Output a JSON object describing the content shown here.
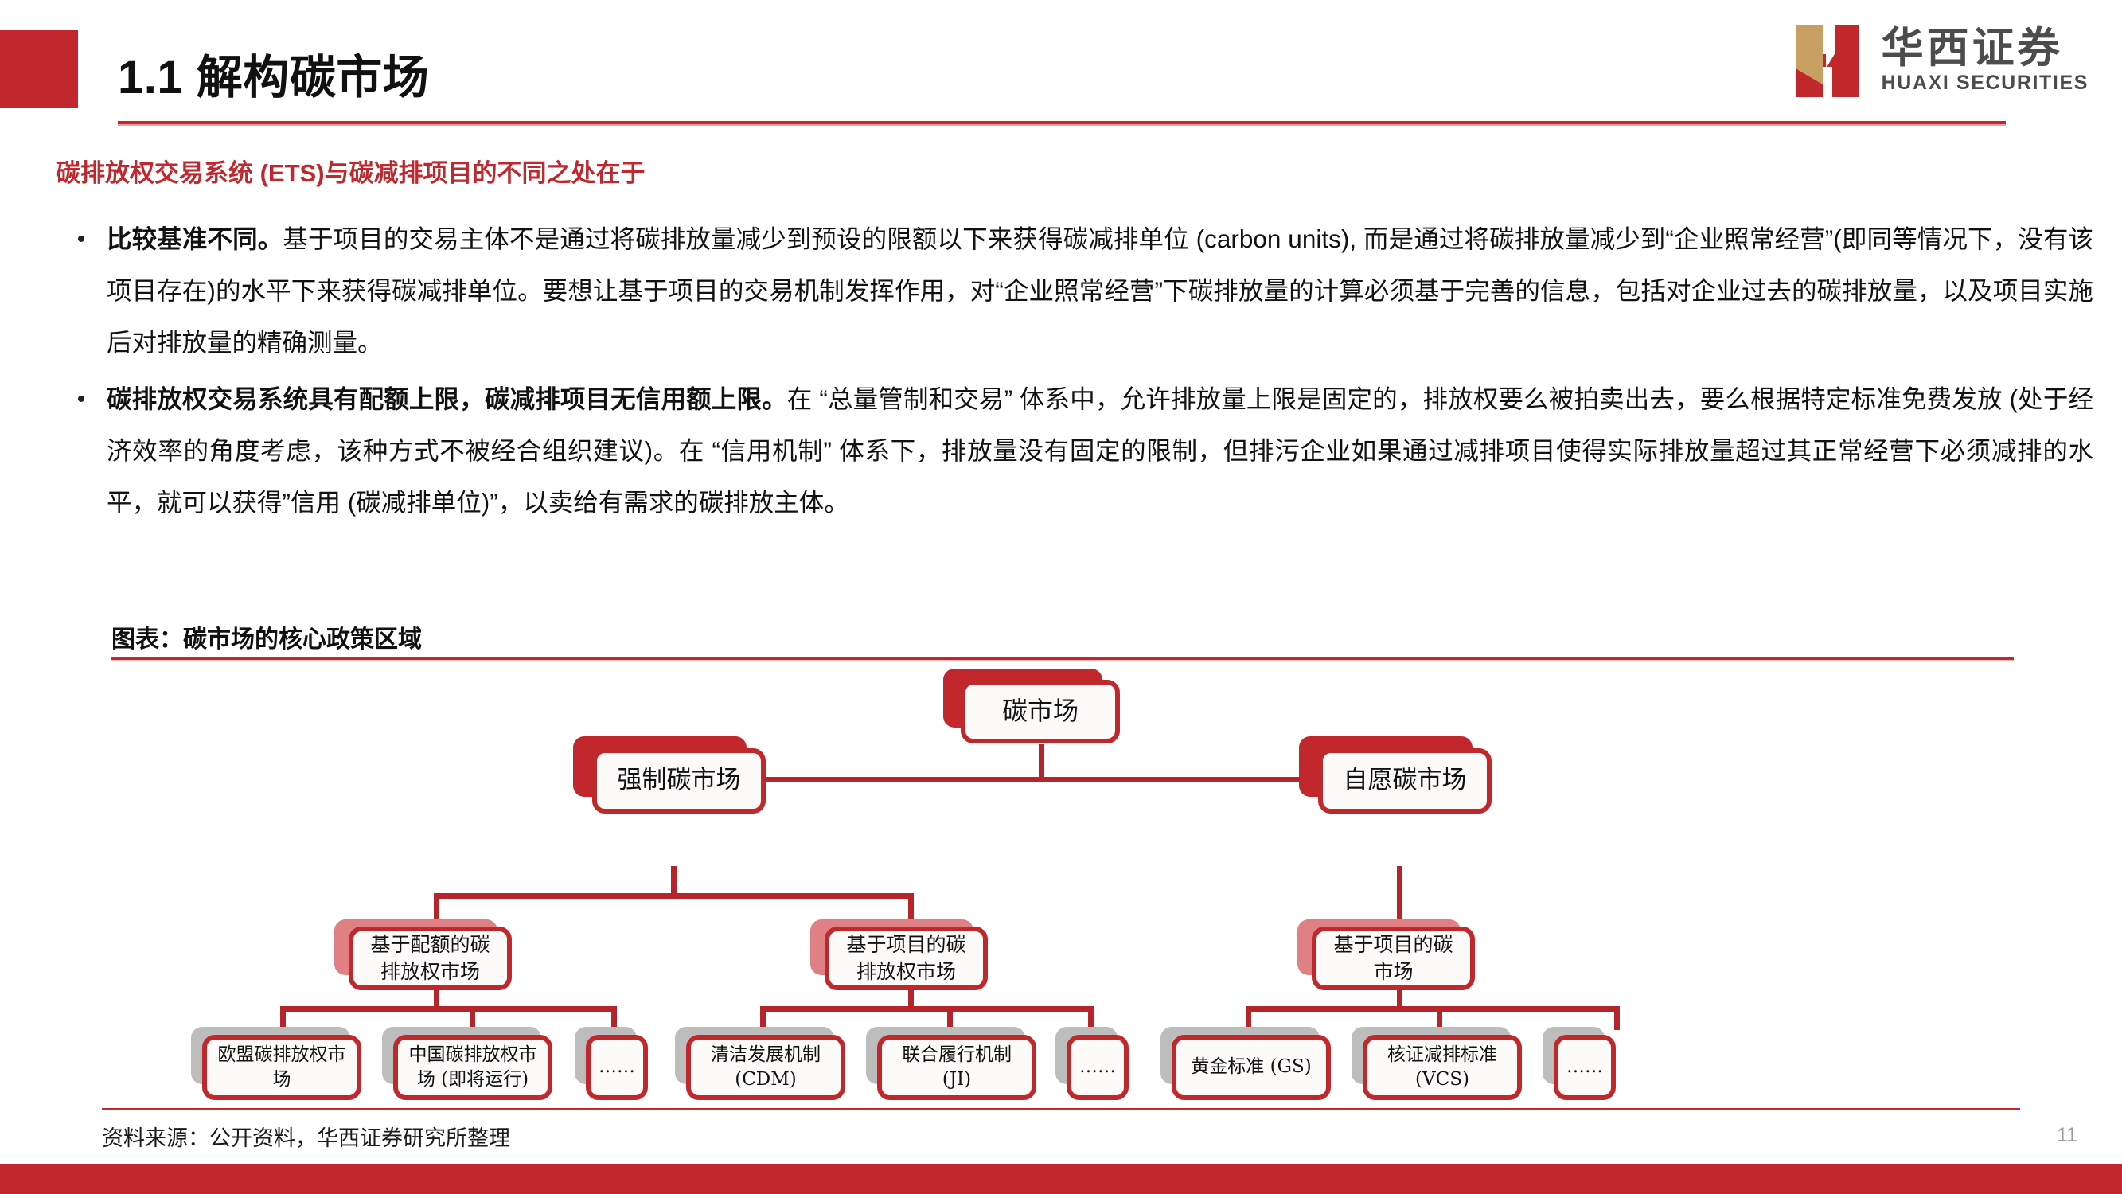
{
  "header": {
    "title": "1.1 解构碳市场",
    "logo_cn": "华西证券",
    "logo_en": "HUAXI SECURITIES",
    "accent_color": "#c1272d",
    "logo_gold": "#c9a063"
  },
  "section_heading": "碳排放权交易系统 (ETS)与碳减排项目的不同之处在于",
  "bullets": [
    {
      "marker": "•",
      "bold_lead": "比较基准不同。",
      "text": "基于项目的交易主体不是通过将碳排放量减少到预设的限额以下来获得碳减排单位 (carbon units), 而是通过将碳排放量减少到“企业照常经营”(即同等情况下，没有该项目存在)的水平下来获得碳减排单位。要想让基于项目的交易机制发挥作用，对“企业照常经营”下碳排放量的计算必须基于完善的信息，包括对企业过去的碳排放量，以及项目实施后对排放量的精确测量。"
    },
    {
      "marker": "•",
      "bold_lead": "碳排放权交易系统具有配额上限，碳减排项目无信用额上限。",
      "text": "在 “总量管制和交易” 体系中，允许排放量上限是固定的，排放权要么被拍卖出去，要么根据特定标准免费发放 (处于经济效率的角度考虑，该种方式不被经合组织建议)。在 “信用机制” 体系下，排放量没有固定的限制，但排污企业如果通过减排项目使得实际排放量超过其正常经营下必须减排的水平，就可以获得”信用 (碳减排单位)”，以卖给有需求的碳排放主体。"
    }
  ],
  "figure": {
    "title": "图表：碳市场的核心政策区域",
    "nodes": {
      "root": "碳市场",
      "l2_left": "强制碳市场",
      "l2_right": "自愿碳市场",
      "l3_a": "基于配额的碳\n排放权市场",
      "l3_b": "基于项目的碳\n排放权市场",
      "l3_c": "基于项目的碳\n市场",
      "l4_1": "欧盟碳排放权市\n场",
      "l4_2": "中国碳排放权市\n场 (即将运行)",
      "l4_3": "……",
      "l4_4": "清洁发展机制\n(CDM)",
      "l4_5": "联合履行机制\n(JI)",
      "l4_6": "……",
      "l4_7": "黄金标准 (GS)",
      "l4_8": "核证减排标准\n(VCS)",
      "l4_9": "……"
    }
  },
  "footer": {
    "source": "资料来源：公开资料，华西证券研究所整理",
    "page_number": "11"
  }
}
